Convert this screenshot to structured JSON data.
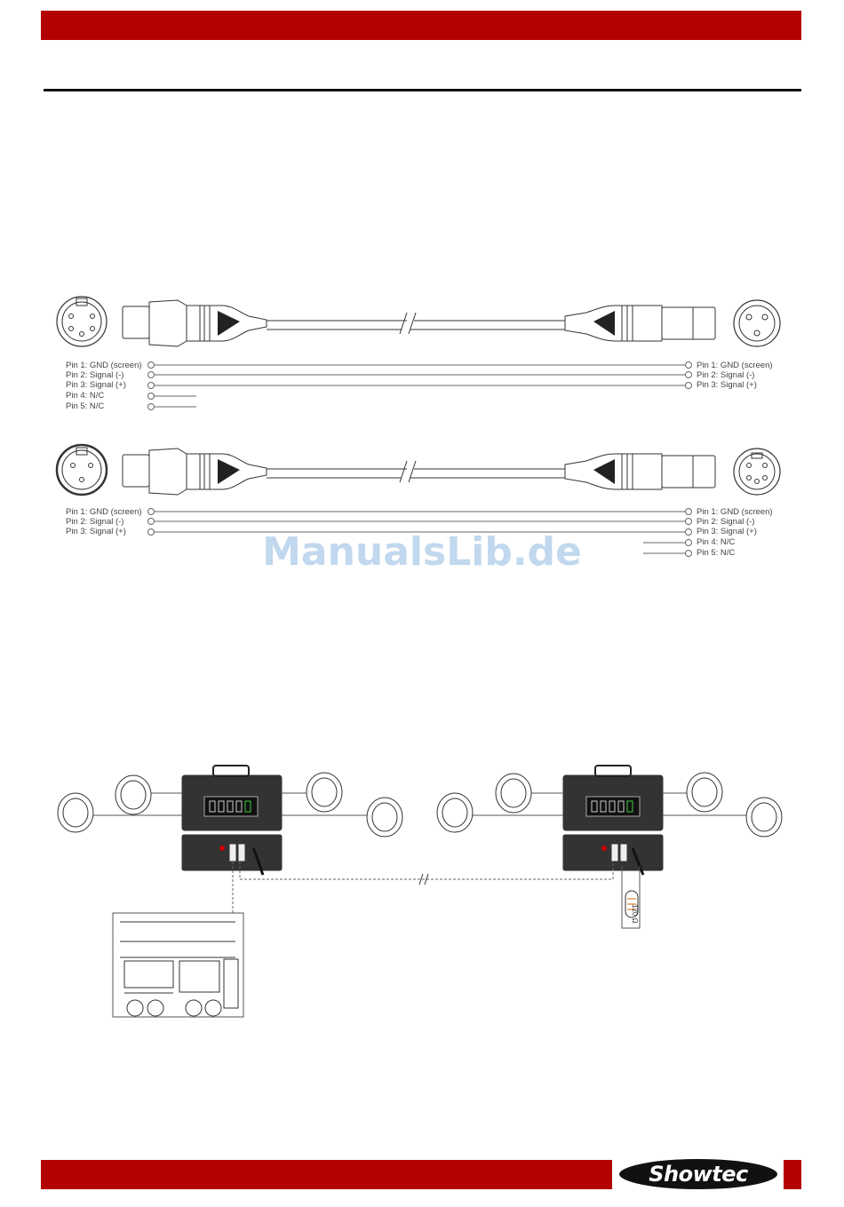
{
  "watermark": "ManualsLib.de",
  "brand": {
    "logo_text": "Showtec",
    "accent": "#b30000"
  },
  "cable1": {
    "left_pins": [
      "Pin 1: GND (screen)",
      "Pin 2: Signal (-)",
      "Pin 3: Signal (+)",
      "Pin 4: N/C",
      "Pin 5: N/C"
    ],
    "right_pins": [
      "Pin 1: GND (screen)",
      "Pin 2: Signal (-)",
      "Pin 3: Signal (+)"
    ]
  },
  "cable2": {
    "left_pins": [
      "Pin 1: GND (screen)",
      "Pin 2: Signal (-)",
      "Pin 3: Signal (+)"
    ],
    "right_pins": [
      "Pin 1: GND (screen)",
      "Pin 2: Signal (-)",
      "Pin 3: Signal (+)",
      "Pin 4: N/C",
      "Pin 5: N/C"
    ]
  },
  "terminator_label": "120 Ω"
}
